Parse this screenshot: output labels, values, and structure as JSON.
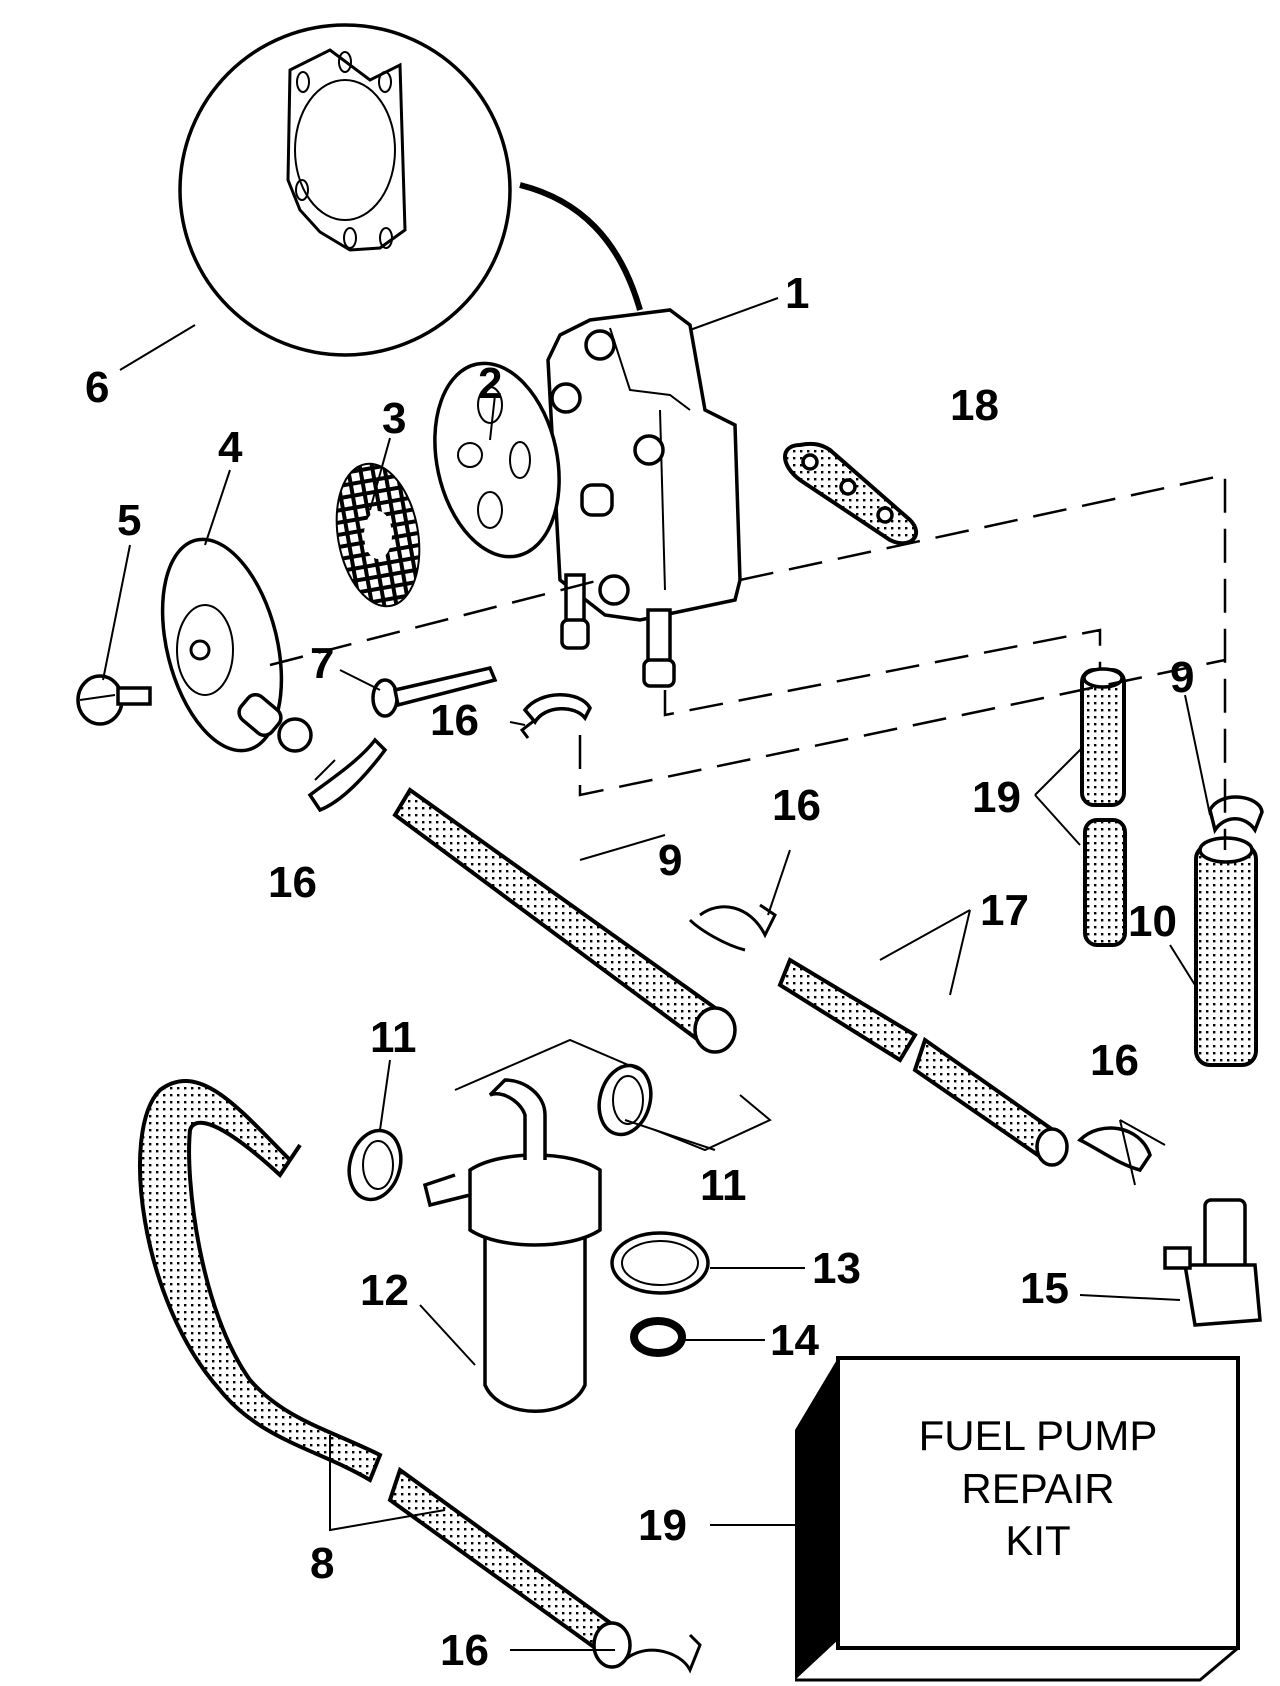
{
  "diagram": {
    "title": "Fuel Pump Assembly Exploded View",
    "kit_box": {
      "callout": "19",
      "lines": [
        "FUEL PUMP",
        "REPAIR",
        "KIT"
      ]
    },
    "callouts": [
      {
        "id": "1",
        "part": "fuel-pump"
      },
      {
        "id": "2",
        "part": "diaphragm-plate"
      },
      {
        "id": "3",
        "part": "filter-screen"
      },
      {
        "id": "4",
        "part": "pump-cover"
      },
      {
        "id": "5",
        "part": "thumb-screw"
      },
      {
        "id": "6",
        "part": "gasket-detail"
      },
      {
        "id": "7",
        "part": "long-screw"
      },
      {
        "id": "8",
        "part": "fuel-hose-pair"
      },
      {
        "id": "9",
        "part": "fuel-hose"
      },
      {
        "id": "9",
        "part": "clamp"
      },
      {
        "id": "10",
        "part": "hose"
      },
      {
        "id": "11",
        "part": "clamp-left"
      },
      {
        "id": "11",
        "part": "clamp-right"
      },
      {
        "id": "12",
        "part": "fuel-filter"
      },
      {
        "id": "13",
        "part": "seal-ring"
      },
      {
        "id": "14",
        "part": "o-ring"
      },
      {
        "id": "15",
        "part": "elbow-fitting"
      },
      {
        "id": "16",
        "part": "clip"
      },
      {
        "id": "17",
        "part": "hose-pair"
      },
      {
        "id": "18",
        "part": "mount-gasket"
      },
      {
        "id": "19",
        "part": "hose-pair-vertical"
      }
    ],
    "labels": {
      "l1": "1",
      "l2": "2",
      "l3": "3",
      "l4": "4",
      "l5": "5",
      "l6": "6",
      "l7": "7",
      "l8": "8",
      "l9a": "9",
      "l9b": "9",
      "l10": "10",
      "l11a": "11",
      "l11b": "11",
      "l12": "12",
      "l13": "13",
      "l14": "14",
      "l15": "15",
      "l16a": "16",
      "l16b": "16",
      "l16c": "16",
      "l16d": "16",
      "l16e": "16",
      "l17": "17",
      "l18": "18",
      "l19a": "19",
      "l19b": "19"
    }
  }
}
